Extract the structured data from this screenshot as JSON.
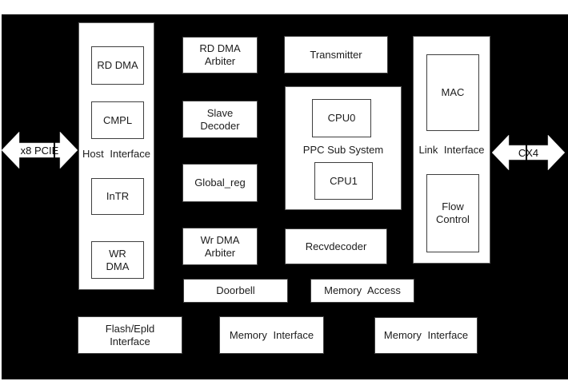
{
  "colors": {
    "page_bg": "#ffffff",
    "diagram_bg": "#000000",
    "box_fill": "#ffffff",
    "box_border": "#3f3f3f",
    "text": "#1c1c1c"
  },
  "pcie_arrow": {
    "label": "x8 PCIE",
    "icon": "double-headed-horizontal-arrow"
  },
  "cx4_arrow": {
    "label": "CX4",
    "icon": "double-headed-horizontal-arrow"
  },
  "host_interface": {
    "label": "Host Interface",
    "rd_dma": {
      "label": "RD DMA"
    },
    "cmpl": {
      "label": "CMPL"
    },
    "intr": {
      "label": "InTR"
    },
    "wr_dma": {
      "label": "WR\nDMA"
    }
  },
  "middle_column": {
    "rd_dma_arbiter": {
      "label": "RD DMA\nArbiter"
    },
    "slave_decoder": {
      "label": "Slave\nDecoder"
    },
    "global_reg": {
      "label": "Global_reg"
    },
    "wr_dma_arbiter": {
      "label": "Wr DMA\nArbiter"
    },
    "doorbell": {
      "label": "Doorbell"
    }
  },
  "center": {
    "transmitter": {
      "label": "Transmitter"
    },
    "ppc_sub_system": {
      "label": "PPC Sub System",
      "cpu0": {
        "label": "CPU0"
      },
      "cpu1": {
        "label": "CPU1"
      }
    },
    "recvdecoder": {
      "label": "Recvdecoder"
    },
    "memory_access": {
      "label": "Memory Access"
    }
  },
  "link_interface": {
    "label": "Link Interface",
    "mac": {
      "label": "MAC"
    },
    "flow_control": {
      "label": "Flow\nControl"
    }
  },
  "bottom_row": {
    "flash_epld_interface": {
      "label": "Flash/Epld\nInterface"
    },
    "memory_interface_left": {
      "label": "Memory Interface"
    },
    "memory_interface_right": {
      "label": "Memory Interface"
    }
  }
}
